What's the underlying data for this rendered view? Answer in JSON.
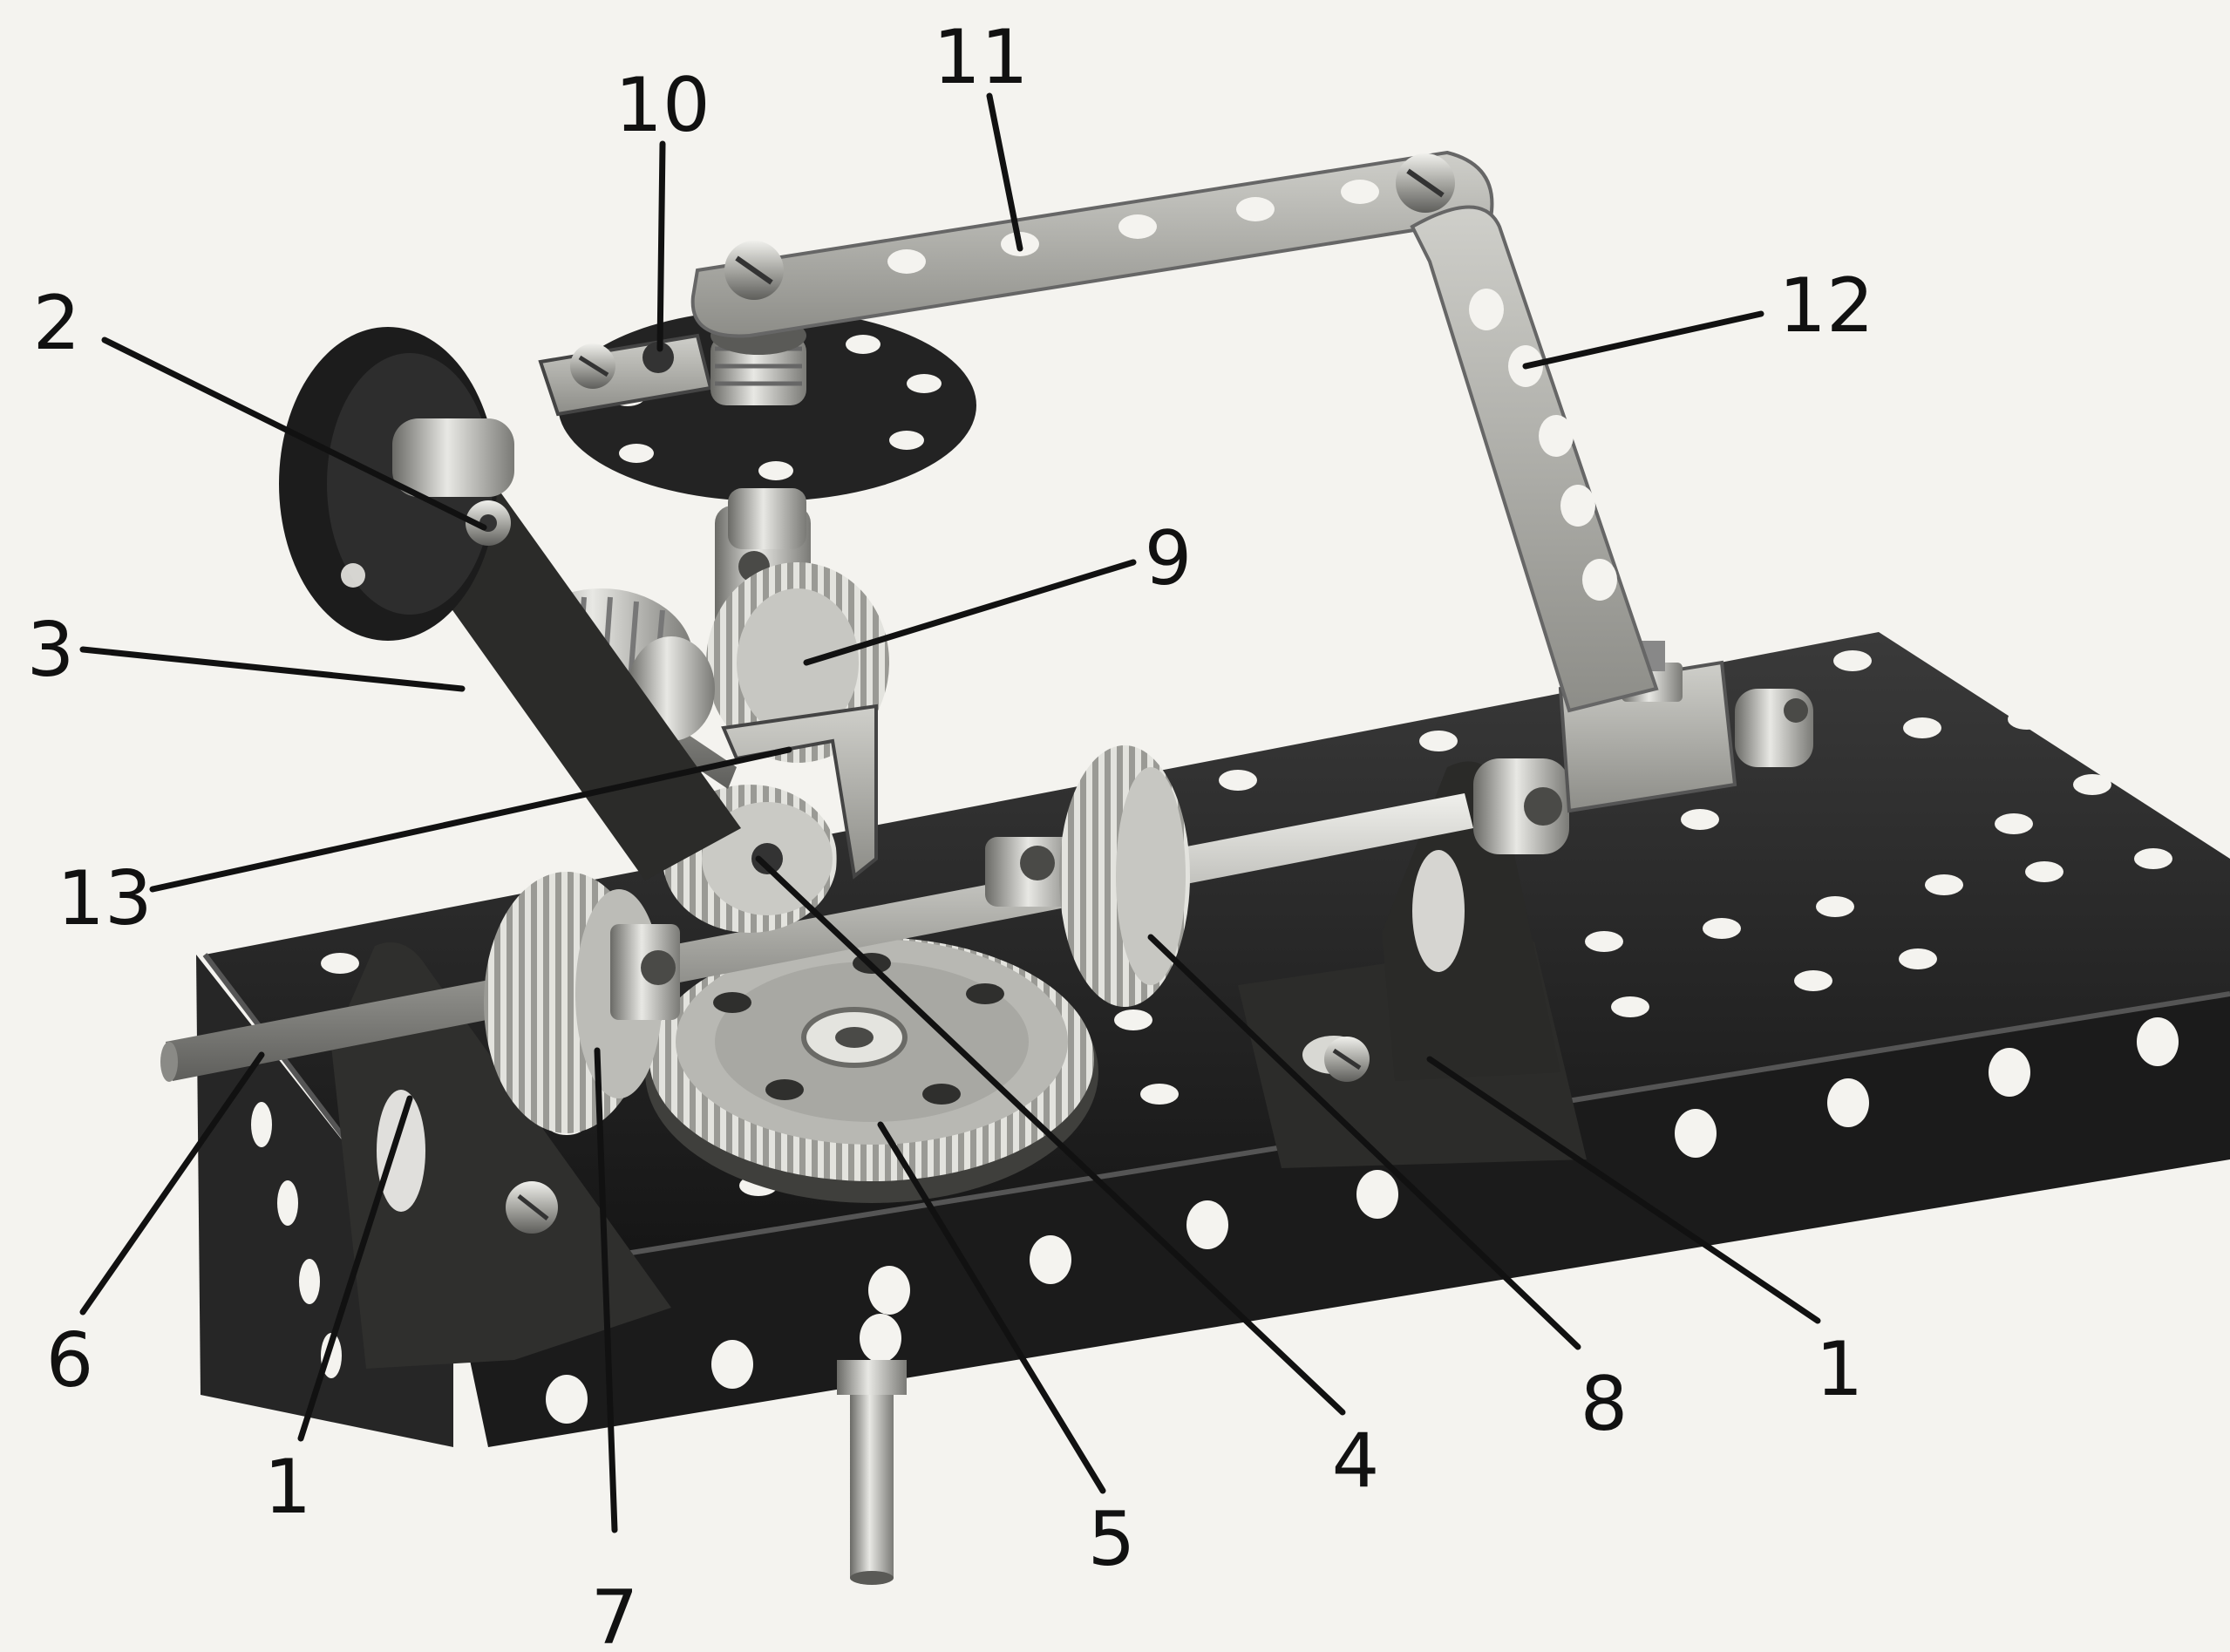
{
  "callouts": [
    {
      "id": "c1a",
      "label": "1"
    },
    {
      "id": "c1b",
      "label": "1"
    },
    {
      "id": "c2",
      "label": "2"
    },
    {
      "id": "c3",
      "label": "3"
    },
    {
      "id": "c4",
      "label": "4"
    },
    {
      "id": "c5",
      "label": "5"
    },
    {
      "id": "c6",
      "label": "6"
    },
    {
      "id": "c7",
      "label": "7"
    },
    {
      "id": "c8",
      "label": "8"
    },
    {
      "id": "c9",
      "label": "9"
    },
    {
      "id": "c10",
      "label": "10"
    },
    {
      "id": "c11",
      "label": "11"
    },
    {
      "id": "c12",
      "label": "12"
    },
    {
      "id": "c13",
      "label": "13"
    }
  ],
  "colors": {
    "background": "#f4f3ef",
    "plate": "#1e1e1e",
    "metal": "#b9b9b4",
    "ink": "#111111"
  }
}
